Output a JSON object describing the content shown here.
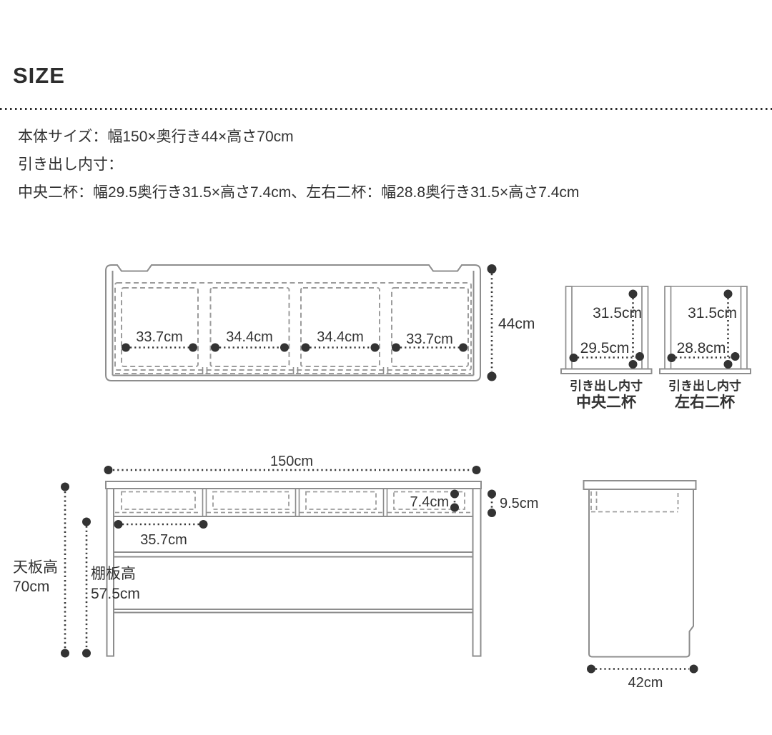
{
  "title": "SIZE",
  "specs": {
    "line1": "本体サイズ：幅150×奥行き44×高さ70cm",
    "line2": "引き出し内寸：",
    "line3": "中央二杯：幅29.5奥行き31.5×高さ7.4cm、左右二杯：幅28.8奥行き31.5×高さ7.4cm"
  },
  "top_view": {
    "drawer_widths": [
      "33.7cm",
      "34.4cm",
      "34.4cm",
      "33.7cm"
    ],
    "depth": "44cm"
  },
  "drawer_center": {
    "depth": "31.5cm",
    "width": "29.5cm",
    "caption_line1": "引き出し内寸",
    "caption_line2": "中央二杯"
  },
  "drawer_lr": {
    "depth": "31.5cm",
    "width": "28.8cm",
    "caption_line1": "引き出し内寸",
    "caption_line2": "左右二杯"
  },
  "front_view": {
    "width": "150cm",
    "drawer_inner_height": "7.4cm",
    "drawer_section_height": "9.5cm",
    "drawer_front_width": "35.7cm",
    "desk_height_label": "天板高",
    "desk_height": "70cm",
    "shelf_height_label": "棚板高",
    "shelf_height": "57.5cm"
  },
  "side_view": {
    "depth": "42cm"
  },
  "colors": {
    "outline_gray": "#8d8d8d",
    "dashed_gray": "#9c9c9c",
    "dimension_dark": "#333333",
    "text": "#333333"
  }
}
